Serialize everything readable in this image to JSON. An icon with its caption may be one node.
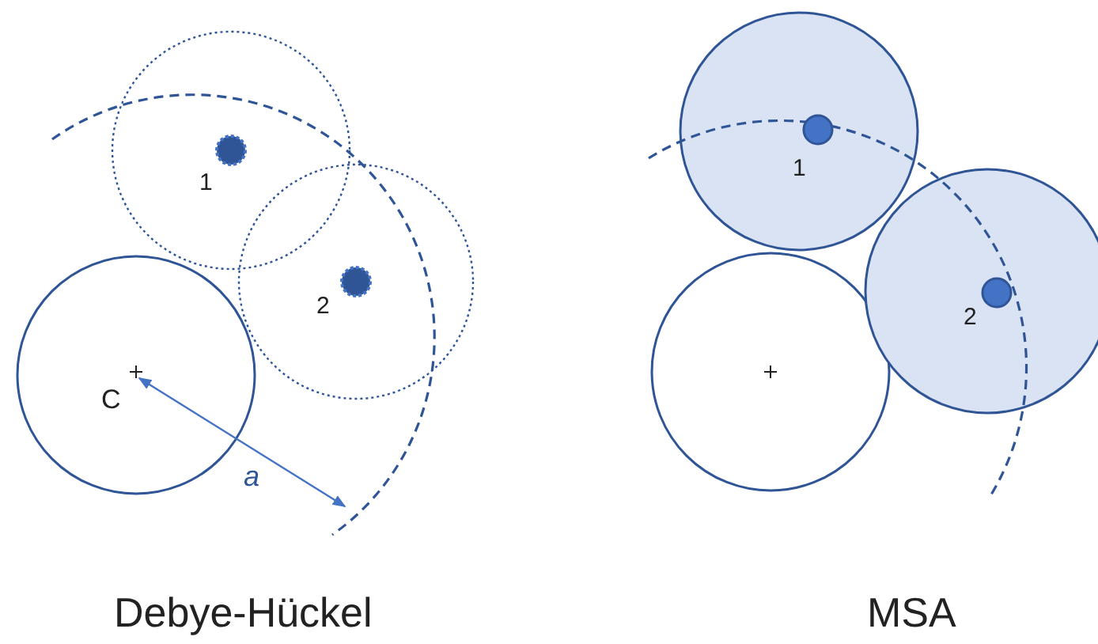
{
  "diagram": {
    "labels": [
      "1",
      "2",
      "C",
      "a",
      "1",
      "2",
      "Debye-Hückel",
      "MSA"
    ]
  }
}
